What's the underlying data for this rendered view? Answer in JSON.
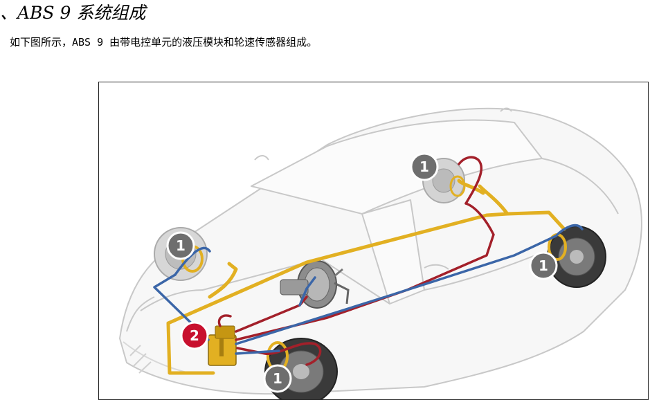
{
  "section": {
    "heading": "、ABS 9 系统组成",
    "intro": "如下图所示，ABS 9 由带电控单元的液压模块和轮速传感器组成。"
  },
  "figure": {
    "callouts": [
      {
        "label": "1",
        "part": "wheel-speed-sensor"
      },
      {
        "label": "1",
        "part": "wheel-speed-sensor"
      },
      {
        "label": "1",
        "part": "wheel-speed-sensor"
      },
      {
        "label": "1",
        "part": "wheel-speed-sensor"
      },
      {
        "label": "2",
        "part": "hydraulic-unit"
      }
    ],
    "colors": {
      "car_outline": "#c8c8c8",
      "line_yellow": "#e2b022",
      "line_red": "#a3202a",
      "line_blue": "#3b66a8",
      "callout_gray": "#6e6e6e",
      "callout_red": "#c8102e"
    }
  }
}
